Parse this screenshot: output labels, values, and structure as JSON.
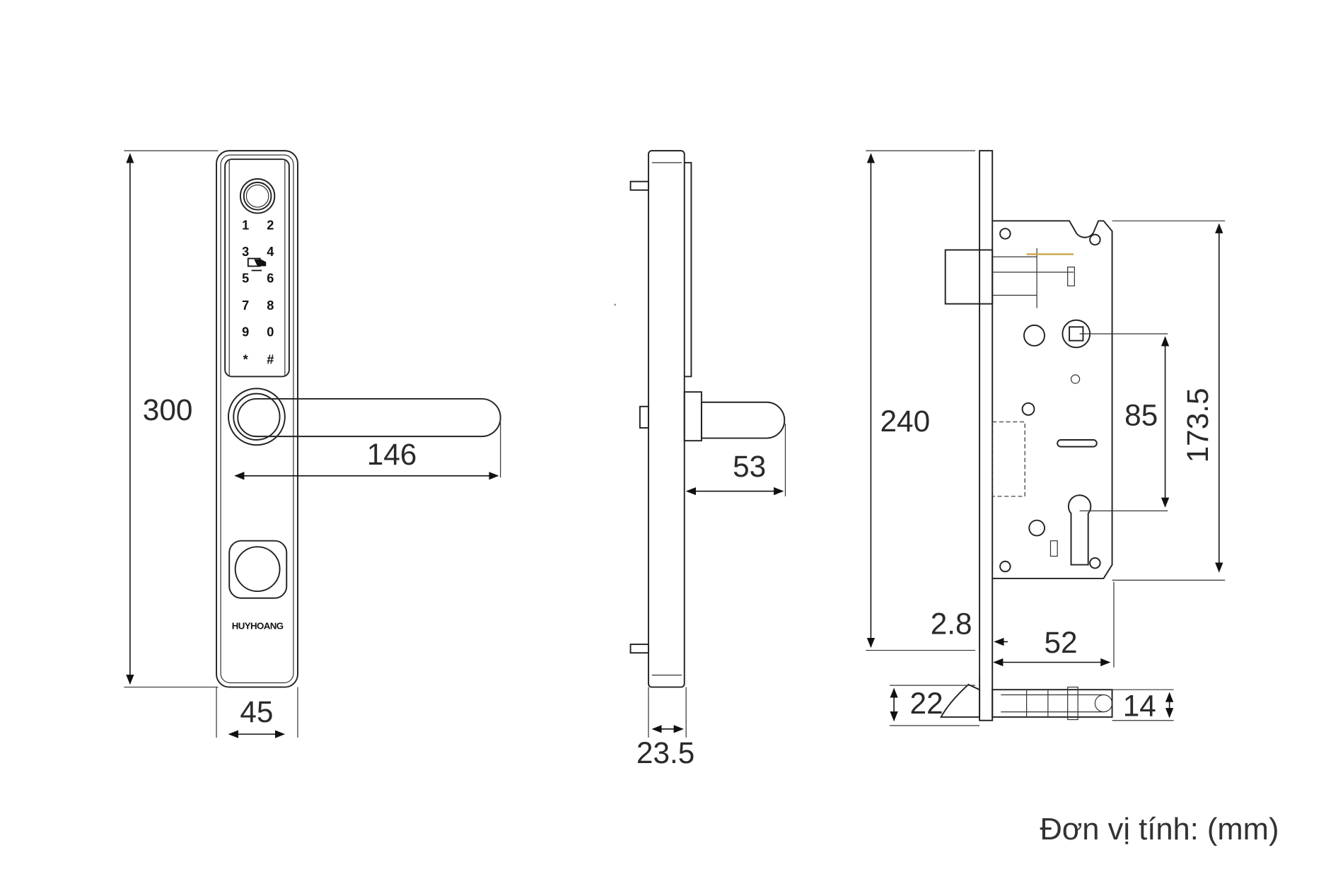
{
  "front_view": {
    "keypad_keys": [
      "1",
      "2",
      "3",
      "4",
      "5",
      "6",
      "7",
      "8",
      "9",
      "0",
      "*",
      "#"
    ],
    "logo_text": "HUYHOANG",
    "dimensions": {
      "height": "300",
      "handle_length": "146",
      "width": "45"
    }
  },
  "side_view": {
    "dimensions": {
      "handle_projection": "53",
      "thickness": "23.5"
    }
  },
  "mortise_view": {
    "dimensions": {
      "height": "240",
      "total_height": "173.5",
      "center_distance": "85",
      "faceplate_thickness": "2.8",
      "backset": "52",
      "faceplate_width": "22",
      "body_width": "14"
    }
  },
  "footer": {
    "unit_note": "Đơn vị tính: (mm)"
  }
}
